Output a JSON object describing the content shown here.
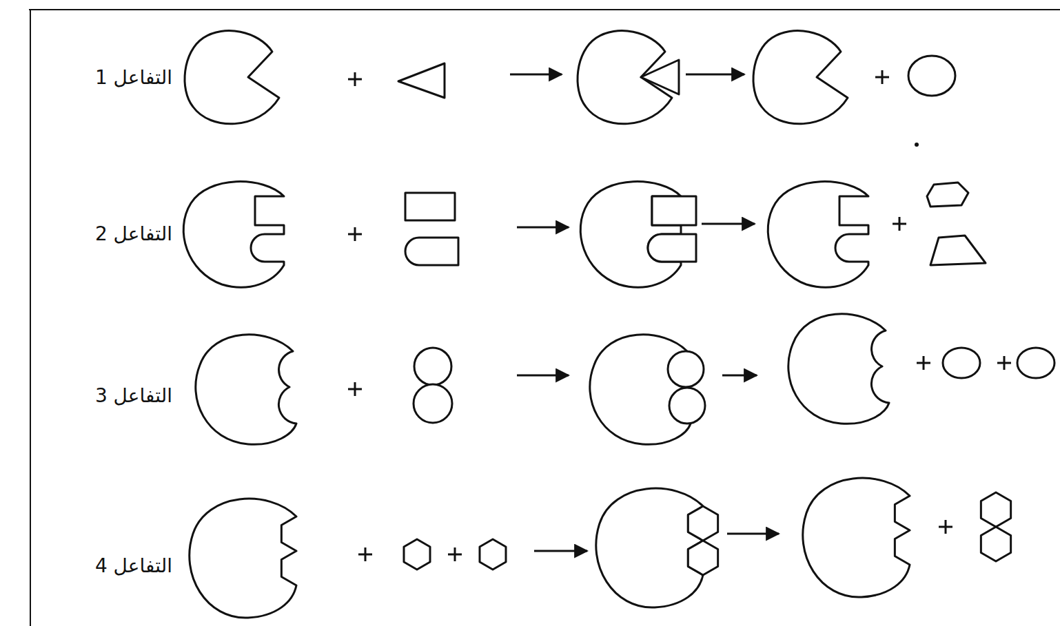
{
  "diagram": {
    "labels": [
      "التفاعل 1",
      "التفاعل 2",
      "التفاعل 3",
      "التفاعل 4"
    ]
  }
}
